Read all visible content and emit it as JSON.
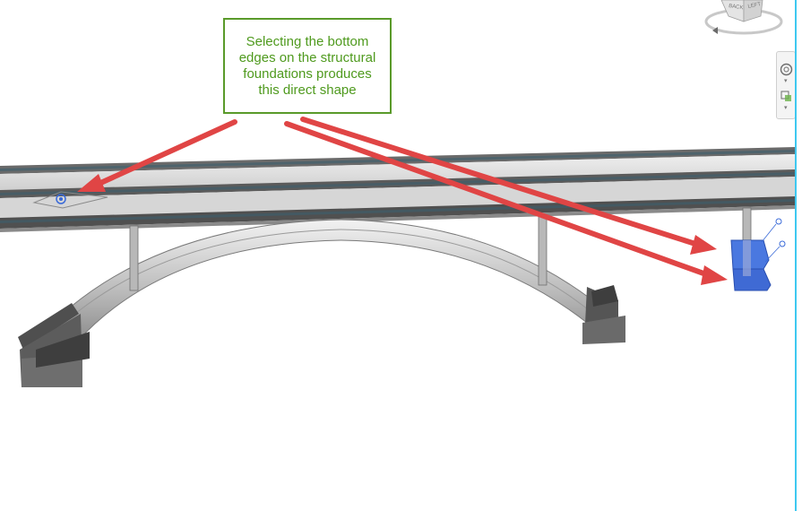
{
  "callout": {
    "lines": [
      "Selecting the bottom",
      "edges on the structural",
      "foundations produces",
      "this direct shape"
    ]
  },
  "viewcube": {
    "faces": [
      "BACK",
      "LEFT"
    ]
  },
  "colors": {
    "callout_text": "#4f9a1e",
    "callout_border": "#5a9a2a",
    "arrow": "#e04545",
    "selection": "#4a78e0",
    "viewport_edge": "#3ec8f0"
  },
  "icons": {
    "nav_wheel": "steering-wheel-icon",
    "nav_zoom": "zoom-region-icon"
  }
}
